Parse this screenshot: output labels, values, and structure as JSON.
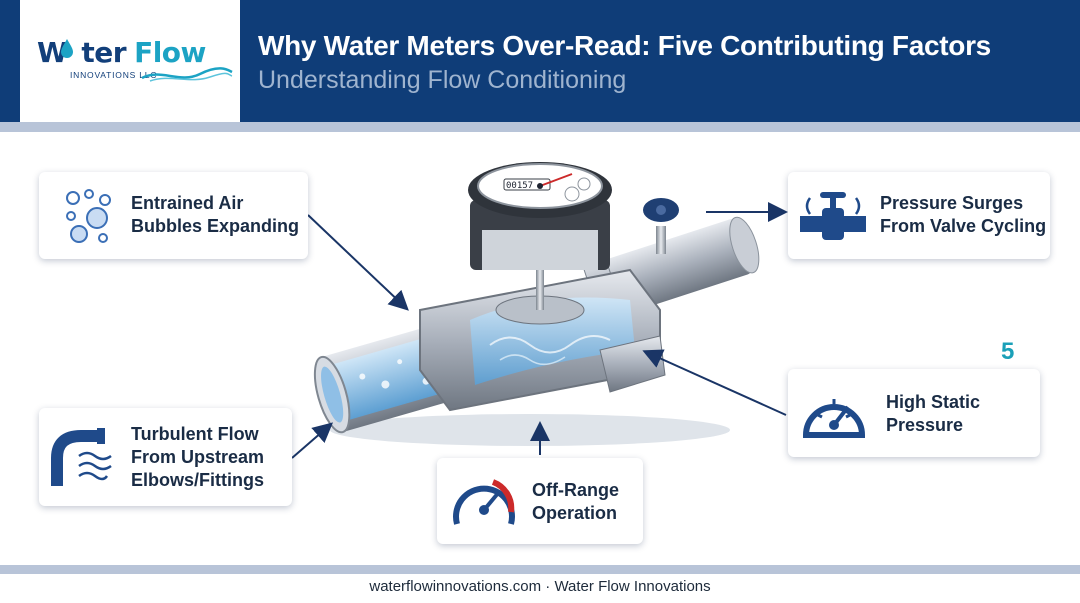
{
  "header": {
    "logo_word1": "W",
    "logo_word2": "ter",
    "logo_word3": "Flow",
    "logo_sub": "INNOVATIONS LLC",
    "title": "Why Water Meters Over-Read: Five Contributing Factors",
    "subtitle": "Understanding Flow Conditioning"
  },
  "factors": {
    "air": {
      "line1": "Entrained Air",
      "line2": "Bubbles Expanding",
      "icon": "bubbles-icon"
    },
    "turbulent": {
      "line1": "Turbulent Flow",
      "line2": "From Upstream",
      "line3": "Elbows/Fittings",
      "icon": "elbow-pipe-icon"
    },
    "offrange": {
      "line1": "Off-Range",
      "line2": "Operation",
      "icon": "gauge-icon"
    },
    "static": {
      "line1": "High Static",
      "line2": "Pressure",
      "icon": "pressure-gauge-icon"
    },
    "surge": {
      "line1": "Pressure Surges",
      "line2": "From Valve Cycling",
      "icon": "valve-icon"
    }
  },
  "number_label": "5",
  "meter_readout": "00157",
  "footer": "waterflowinnovations.com · Water Flow Innovations",
  "colors": {
    "navy": "#0f3d78",
    "teal": "#1ca3c4",
    "band": "#b8c4d8"
  }
}
